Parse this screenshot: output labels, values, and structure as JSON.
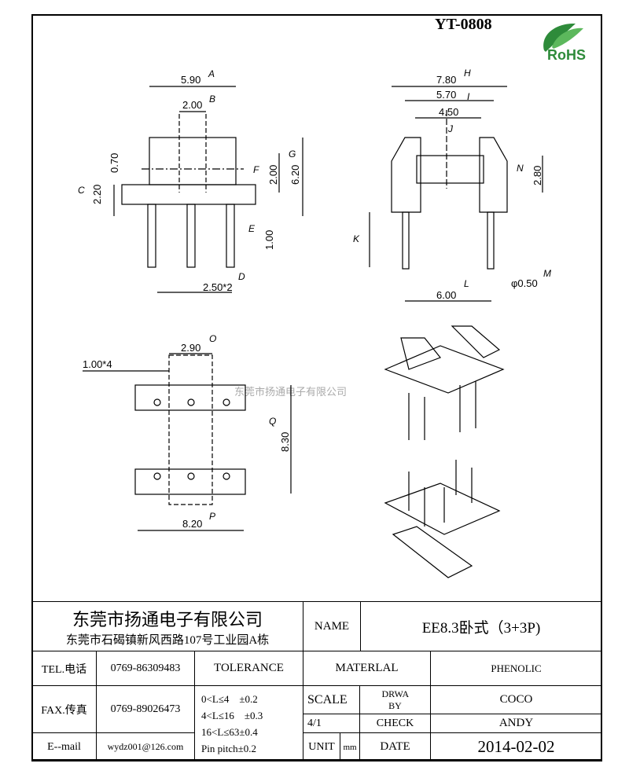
{
  "header": {
    "code": "YT-0808",
    "rohs": "RoHS"
  },
  "watermark": "东莞市扬通电子有限公司",
  "dims": {
    "A": "5.90",
    "B": "2.00",
    "C": "2.20",
    "c07": "0.70",
    "F": "2.00",
    "G": "6.20",
    "E": "1.00",
    "D": "2.50*2",
    "H": "7.80",
    "I": "5.70",
    "J": "4.50",
    "N": "2.80",
    "L": "6.00",
    "M": "φ0.50",
    "O": "2.90",
    "pin4": "1.00*4",
    "Q": "8.30",
    "P": "8.20"
  },
  "letters": [
    "A",
    "B",
    "C",
    "D",
    "E",
    "F",
    "G",
    "H",
    "I",
    "J",
    "K",
    "L",
    "M",
    "N",
    "O",
    "P",
    "Q"
  ],
  "title_block": {
    "company": "东莞市扬通电子有限公司",
    "address": "东莞市石碣镇新风西路107号工业园A栋",
    "name_label": "NAME",
    "name_value": "EE8.3卧式（3+3P)",
    "tel_label": "TEL.电话",
    "tel": "0769-86309483",
    "fax_label": "FAX.传真",
    "fax": "0769-89026473",
    "email_label": "E--mail",
    "email": "wydz001@126.com",
    "tolerance_label": "TOLERANCE",
    "tolerances": [
      "0<L≤4　±0.2",
      "4<L≤16　±0.3",
      "16<L≤63±0.4",
      "Pin pitch±0.2"
    ],
    "material_label": "MATERLAL",
    "material": "PHENOLIC",
    "scale_label": "SCALE",
    "scale": "4/1",
    "drawn_label": "DRWA BY",
    "drawn": "COCO",
    "check_label": "CHECK",
    "check": "ANDY",
    "unit_label": "UNIT",
    "unit": "mm",
    "date_label": "DATE",
    "date": "2014-02-02"
  }
}
